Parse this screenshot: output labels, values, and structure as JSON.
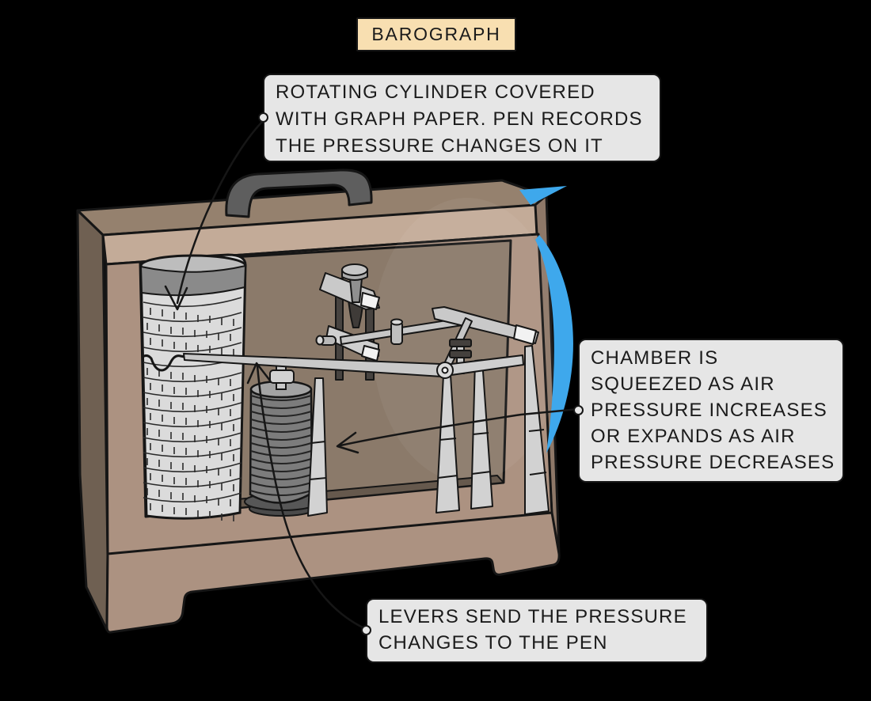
{
  "title": "BAROGRAPH",
  "labels": {
    "rotating_cylinder": {
      "lines": [
        "ROTATING CYLINDER COVERED",
        "WITH GRAPH PAPER. PEN RECORDS",
        "THE PRESSURE CHANGES ON IT"
      ]
    },
    "chamber": {
      "lines": [
        "CHAMBER IS",
        "SQUEEZED AS AIR",
        "PRESSURE INCREASES",
        "OR EXPANDS AS AIR",
        "PRESSURE DECREASES"
      ]
    },
    "levers": {
      "lines": [
        "LEVERS SEND THE PRESSURE",
        "CHANGES TO THE PEN"
      ]
    }
  },
  "colors": {
    "background": "#000000",
    "title_box": "#F8DFB1",
    "label_box": "#E6E6E6",
    "outline": "#161616",
    "arrow_blue": "#3EA8EC",
    "case_front": "#AC9281",
    "case_bevel_strip": "#C3AB98",
    "case_top": "#95816E",
    "case_side_dark": "#6F6052",
    "interior_wall": "#8B7A6A",
    "interior_floor": "#66594D",
    "handle_gray": "#5E5E5E",
    "graph_paper": "#DBDBDB",
    "paper_band": "#8A8A8A",
    "chamber_gray": "#7C7C7C",
    "metal_gray": "#CDCDCD"
  }
}
